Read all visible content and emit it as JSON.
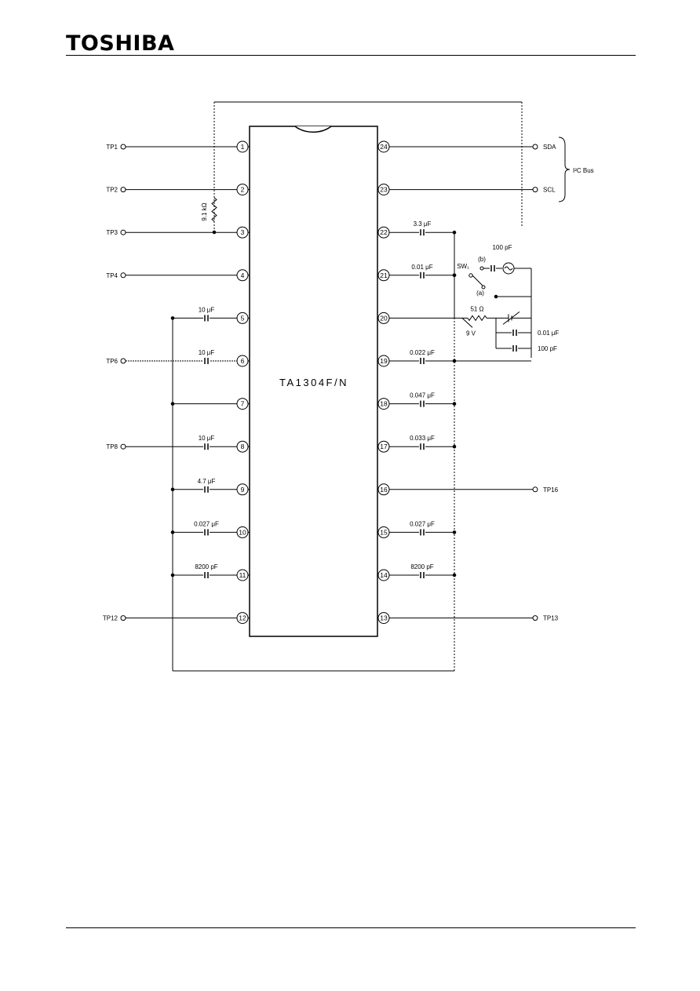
{
  "header": {
    "brand": "TOSHIBA"
  },
  "ic": {
    "part_number": "TA1304F/N"
  },
  "bus": {
    "label": "I²C Bus"
  },
  "left_pins": [
    {
      "pin": "1",
      "terminal": "TP1",
      "part": ""
    },
    {
      "pin": "2",
      "terminal": "TP2",
      "part": ""
    },
    {
      "pin": "3",
      "terminal": "TP3",
      "part": ""
    },
    {
      "pin": "4",
      "terminal": "TP4",
      "part": ""
    },
    {
      "pin": "5",
      "terminal": "",
      "part": "10 μF"
    },
    {
      "pin": "6",
      "terminal": "TP6",
      "part": "10 μF"
    },
    {
      "pin": "7",
      "terminal": "",
      "part": ""
    },
    {
      "pin": "8",
      "terminal": "TP8",
      "part": "10 μF"
    },
    {
      "pin": "9",
      "terminal": "",
      "part": "4.7 μF"
    },
    {
      "pin": "10",
      "terminal": "",
      "part": "0.027 μF"
    },
    {
      "pin": "11",
      "terminal": "",
      "part": "8200 pF"
    },
    {
      "pin": "12",
      "terminal": "TP12",
      "part": ""
    }
  ],
  "right_pins": [
    {
      "pin": "24",
      "terminal": "SDA",
      "part": ""
    },
    {
      "pin": "23",
      "terminal": "SCL",
      "part": ""
    },
    {
      "pin": "22",
      "terminal": "",
      "part": "3.3 μF"
    },
    {
      "pin": "21",
      "terminal": "",
      "part": "0.01 μF"
    },
    {
      "pin": "20",
      "terminal": "",
      "part": ""
    },
    {
      "pin": "19",
      "terminal": "",
      "part": "0.022 μF"
    },
    {
      "pin": "18",
      "terminal": "",
      "part": "0.047 μF"
    },
    {
      "pin": "17",
      "terminal": "",
      "part": "0.033 μF"
    },
    {
      "pin": "16",
      "terminal": "TP16",
      "part": ""
    },
    {
      "pin": "15",
      "terminal": "",
      "part": "0.027 μF"
    },
    {
      "pin": "14",
      "terminal": "",
      "part": "8200 pF"
    },
    {
      "pin": "13",
      "terminal": "TP13",
      "part": ""
    }
  ],
  "extra_parts": {
    "resistor_pin3": "9.1 kΩ",
    "cap_100pf_top": "100 pF",
    "switch": "SW₁",
    "switch_b": "(b)",
    "switch_a": "(a)",
    "resistor_51": "51 Ω",
    "supply": "9 V",
    "cap_001": "0.01 μF",
    "cap_100pf_bottom": "100 pF"
  }
}
